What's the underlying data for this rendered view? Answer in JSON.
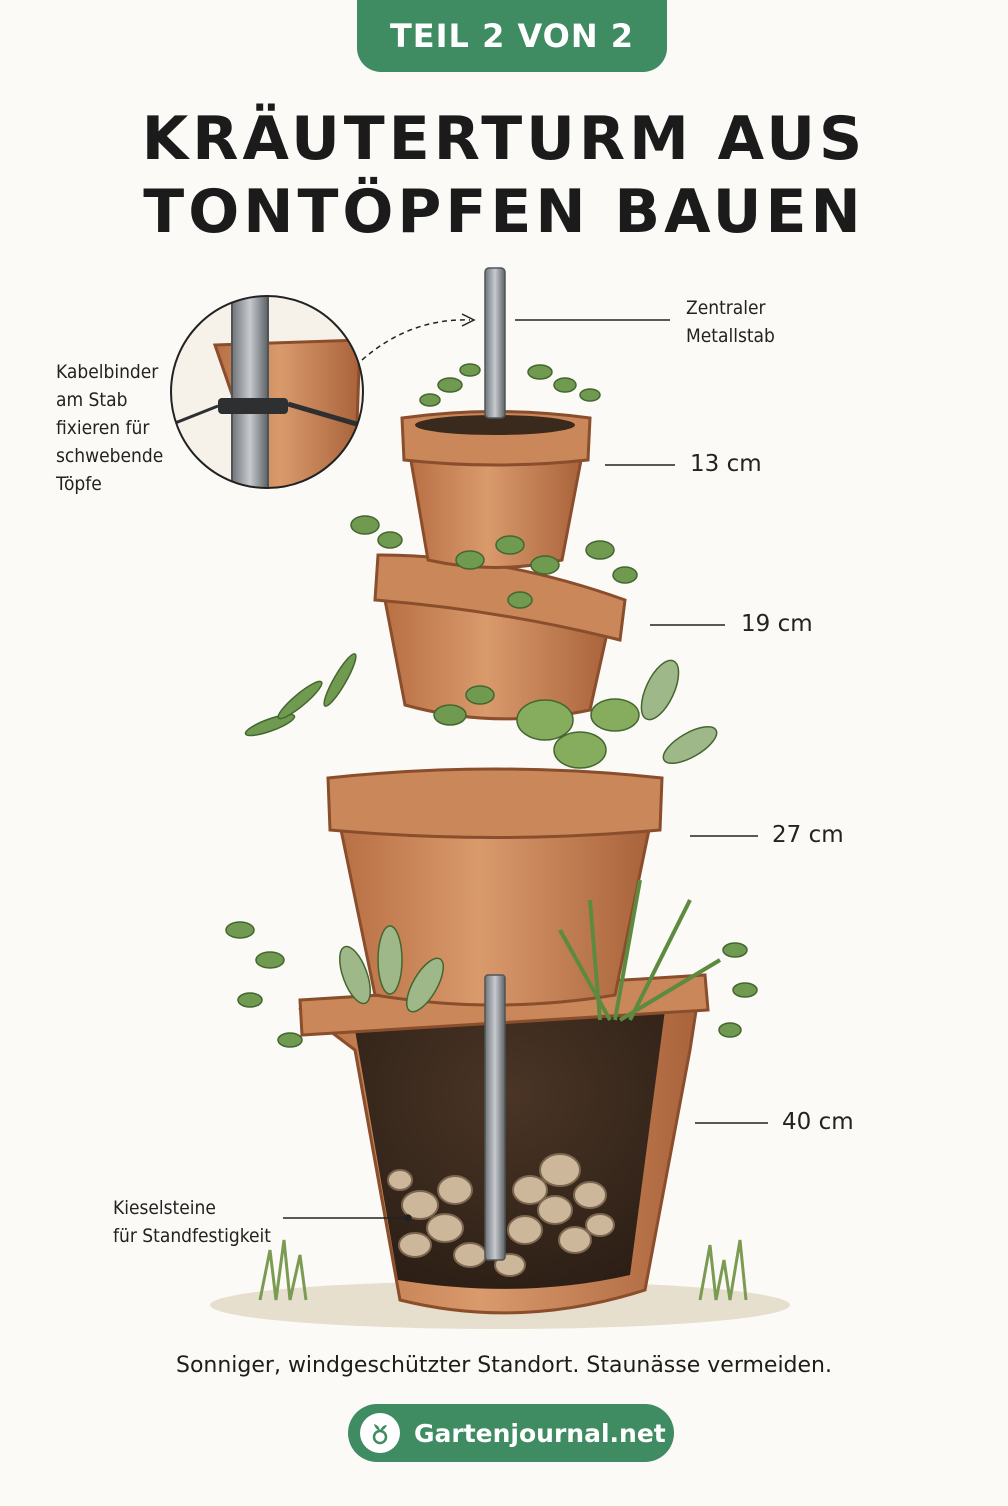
{
  "badge": "TEIL 2 VON 2",
  "title": {
    "line1": "KRÄUTERTURM AUS",
    "line2": "TONTÖPFEN BAUEN"
  },
  "labels": {
    "rod_line1": "Zentraler",
    "rod_line2": "Metallstab",
    "zip_line1": "Kabelbinder",
    "zip_line2": "am Stab",
    "zip_line3": "fixieren für",
    "zip_line4": "schwebende",
    "zip_line5": "Töpfe",
    "stones_line1": "Kieselsteine",
    "stones_line2": "für Standfestigkeit"
  },
  "pots": [
    {
      "size": "13 cm"
    },
    {
      "size": "19 cm"
    },
    {
      "size": "27 cm"
    },
    {
      "size": "40 cm"
    }
  ],
  "footer": {
    "note": "Sonniger, windgeschützter Standort. Staunässe vermeiden.",
    "brand": "Gartenjournal.net"
  },
  "colors": {
    "accent_green": "#3f8b62",
    "terracotta": "#c9875a",
    "soil": "#3b2a1f",
    "background": "#fbfaf6"
  }
}
